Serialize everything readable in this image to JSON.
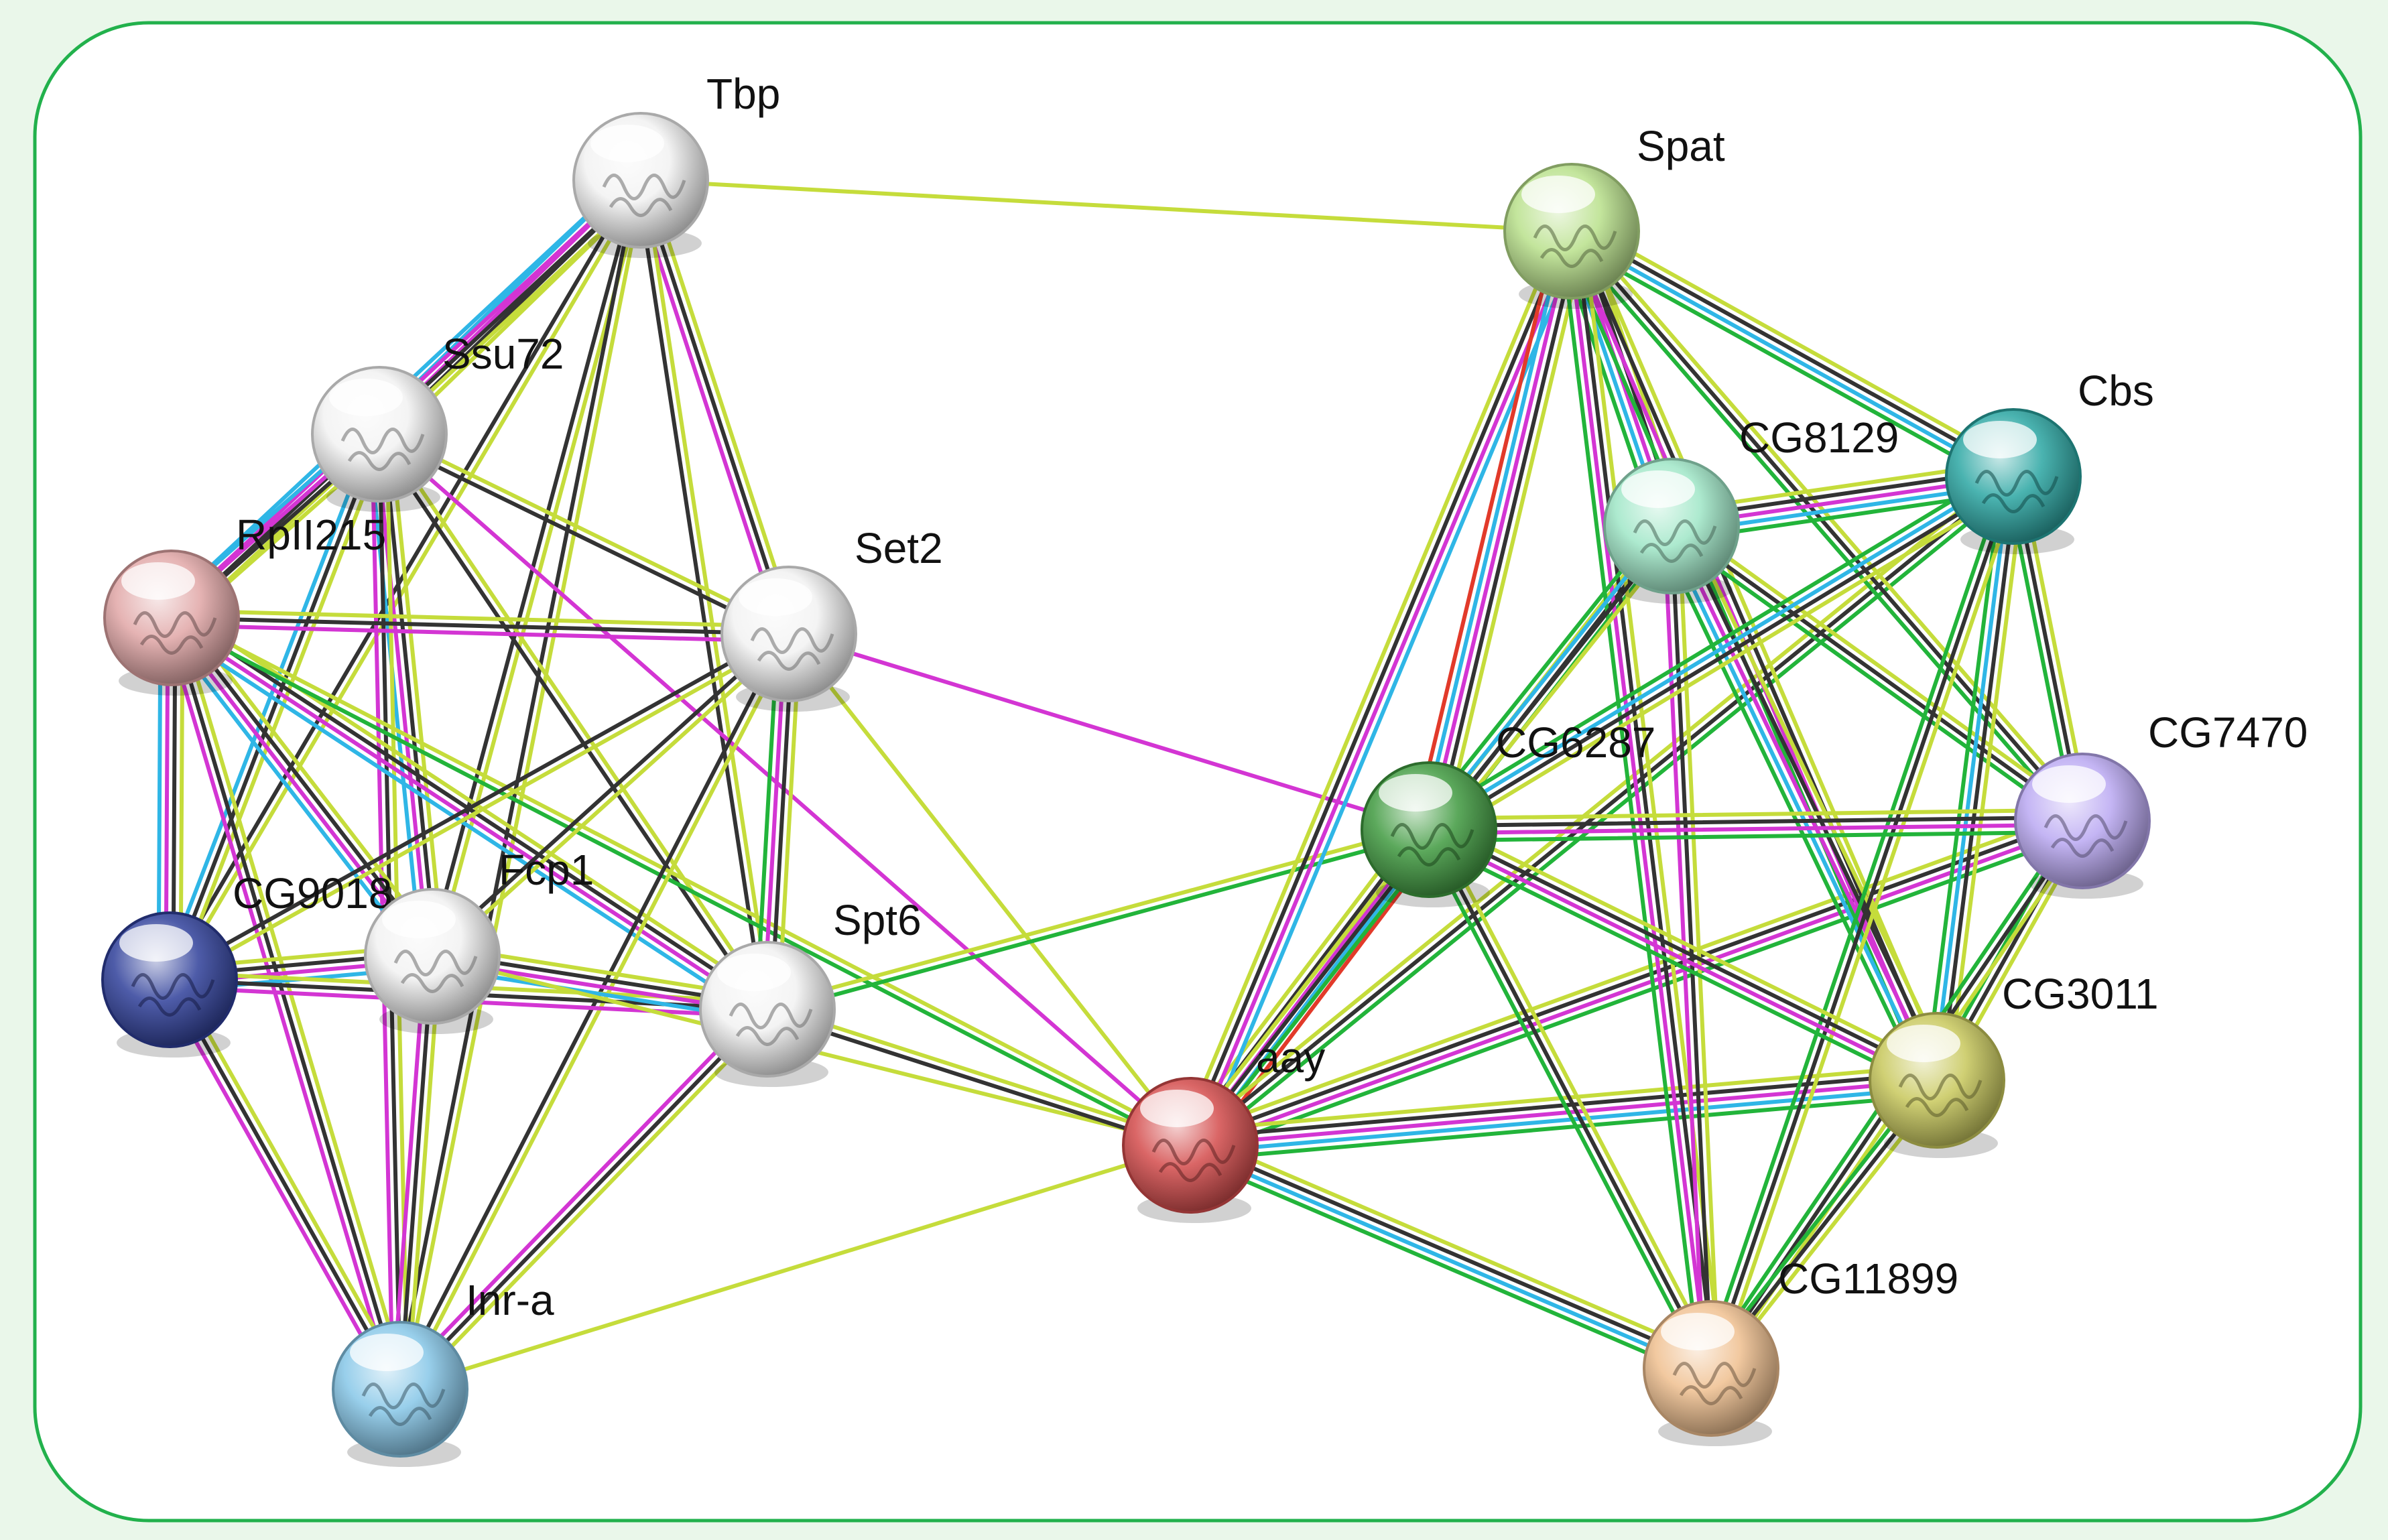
{
  "nodes": [
    {
      "id": "Tbp",
      "label": "Tbp",
      "color": "#f2f2f2"
    },
    {
      "id": "Ssu72",
      "label": "Ssu72",
      "color": "#f2f2f2"
    },
    {
      "id": "RpII215",
      "label": "RpII215",
      "color": "#e0a5a5"
    },
    {
      "id": "Set2",
      "label": "Set2",
      "color": "#f2f2f2"
    },
    {
      "id": "CG9018",
      "label": "CG9018",
      "color": "#2f3f9a"
    },
    {
      "id": "Fcp1",
      "label": "Fcp1",
      "color": "#f2f2f2"
    },
    {
      "id": "Spt6",
      "label": "Spt6",
      "color": "#f2f2f2"
    },
    {
      "id": "Inr-a",
      "label": "Inr-a",
      "color": "#86c6e8"
    },
    {
      "id": "aay",
      "label": "aay",
      "color": "#d44b4b"
    },
    {
      "id": "Spat",
      "label": "Spat",
      "color": "#b8e08a"
    },
    {
      "id": "CG8129",
      "label": "CG8129",
      "color": "#9fe6c7"
    },
    {
      "id": "Cbs",
      "label": "Cbs",
      "color": "#2aa6a2"
    },
    {
      "id": "CG6287",
      "label": "CG6287",
      "color": "#3f9a3f"
    },
    {
      "id": "CG7470",
      "label": "CG7470",
      "color": "#b9a8f2"
    },
    {
      "id": "CG3011",
      "label": "CG3011",
      "color": "#c8c85c"
    },
    {
      "id": "CG11899",
      "label": "CG11899",
      "color": "#f0c08f"
    }
  ],
  "edges": [
    {
      "a": "Tbp",
      "b": "Spat",
      "types": [
        "textmining"
      ]
    },
    {
      "a": "Tbp",
      "b": "Ssu72",
      "types": [
        "textmining",
        "coexpression",
        "experiments",
        "database"
      ]
    },
    {
      "a": "Tbp",
      "b": "RpII215",
      "types": [
        "textmining",
        "coexpression",
        "experiments",
        "database"
      ]
    },
    {
      "a": "Tbp",
      "b": "Set2",
      "types": [
        "textmining",
        "coexpression",
        "experiments"
      ]
    },
    {
      "a": "Tbp",
      "b": "Fcp1",
      "types": [
        "textmining",
        "coexpression"
      ]
    },
    {
      "a": "Tbp",
      "b": "Spt6",
      "types": [
        "textmining",
        "coexpression"
      ]
    },
    {
      "a": "Tbp",
      "b": "CG9018",
      "types": [
        "textmining",
        "coexpression"
      ]
    },
    {
      "a": "Tbp",
      "b": "Inr-a",
      "types": [
        "textmining",
        "coexpression"
      ]
    },
    {
      "a": "Ssu72",
      "b": "RpII215",
      "types": [
        "textmining",
        "coexpression",
        "experiments",
        "database"
      ]
    },
    {
      "a": "Ssu72",
      "b": "Set2",
      "types": [
        "textmining",
        "coexpression"
      ]
    },
    {
      "a": "Ssu72",
      "b": "CG9018",
      "types": [
        "textmining",
        "coexpression",
        "database"
      ]
    },
    {
      "a": "Ssu72",
      "b": "Fcp1",
      "types": [
        "textmining",
        "coexpression",
        "experiments",
        "database"
      ]
    },
    {
      "a": "Ssu72",
      "b": "Spt6",
      "types": [
        "textmining",
        "coexpression"
      ]
    },
    {
      "a": "Ssu72",
      "b": "Inr-a",
      "types": [
        "textmining",
        "coexpression",
        "experiments"
      ]
    },
    {
      "a": "Ssu72",
      "b": "aay",
      "types": [
        "experiments"
      ]
    },
    {
      "a": "RpII215",
      "b": "Set2",
      "types": [
        "textmining",
        "coexpression",
        "experiments"
      ]
    },
    {
      "a": "RpII215",
      "b": "CG9018",
      "types": [
        "textmining",
        "coexpression",
        "experiments",
        "database"
      ]
    },
    {
      "a": "RpII215",
      "b": "Fcp1",
      "types": [
        "textmining",
        "coexpression",
        "experiments",
        "database"
      ]
    },
    {
      "a": "RpII215",
      "b": "Spt6",
      "types": [
        "textmining",
        "coexpression",
        "experiments",
        "database"
      ]
    },
    {
      "a": "RpII215",
      "b": "Inr-a",
      "types": [
        "textmining",
        "coexpression",
        "experiments"
      ]
    },
    {
      "a": "RpII215",
      "b": "aay",
      "types": [
        "textmining",
        "neighborhood"
      ]
    },
    {
      "a": "Set2",
      "b": "CG9018",
      "types": [
        "textmining",
        "coexpression"
      ]
    },
    {
      "a": "Set2",
      "b": "Fcp1",
      "types": [
        "textmining",
        "coexpression"
      ]
    },
    {
      "a": "Set2",
      "b": "Spt6",
      "types": [
        "textmining",
        "coexpression",
        "experiments",
        "neighborhood"
      ]
    },
    {
      "a": "Set2",
      "b": "Inr-a",
      "types": [
        "textmining",
        "coexpression"
      ]
    },
    {
      "a": "Set2",
      "b": "CG6287",
      "types": [
        "experiments"
      ]
    },
    {
      "a": "Set2",
      "b": "aay",
      "types": [
        "textmining"
      ]
    },
    {
      "a": "CG9018",
      "b": "Fcp1",
      "types": [
        "textmining",
        "coexpression",
        "experiments",
        "database"
      ]
    },
    {
      "a": "CG9018",
      "b": "Spt6",
      "types": [
        "textmining",
        "coexpression",
        "experiments"
      ]
    },
    {
      "a": "CG9018",
      "b": "Inr-a",
      "types": [
        "textmining",
        "coexpression",
        "experiments"
      ]
    },
    {
      "a": "Fcp1",
      "b": "Spt6",
      "types": [
        "textmining",
        "coexpression",
        "experiments",
        "database"
      ]
    },
    {
      "a": "Fcp1",
      "b": "Inr-a",
      "types": [
        "textmining",
        "coexpression",
        "experiments"
      ]
    },
    {
      "a": "Fcp1",
      "b": "aay",
      "types": [
        "textmining"
      ]
    },
    {
      "a": "Spt6",
      "b": "Inr-a",
      "types": [
        "textmining",
        "coexpression",
        "experiments"
      ]
    },
    {
      "a": "Spt6",
      "b": "CG6287",
      "types": [
        "textmining",
        "neighborhood"
      ]
    },
    {
      "a": "Spt6",
      "b": "aay",
      "types": [
        "textmining",
        "coexpression"
      ]
    },
    {
      "a": "Inr-a",
      "b": "aay",
      "types": [
        "textmining"
      ]
    },
    {
      "a": "aay",
      "b": "CG6287",
      "types": [
        "textmining",
        "coexpression",
        "experiments",
        "database",
        "fusion"
      ]
    },
    {
      "a": "aay",
      "b": "Spat",
      "types": [
        "textmining",
        "coexpression",
        "experiments",
        "database"
      ]
    },
    {
      "a": "aay",
      "b": "CG8129",
      "types": [
        "textmining",
        "coexpression",
        "neighborhood"
      ]
    },
    {
      "a": "aay",
      "b": "Cbs",
      "types": [
        "textmining",
        "coexpression",
        "neighborhood"
      ]
    },
    {
      "a": "aay",
      "b": "CG7470",
      "types": [
        "textmining",
        "coexpression",
        "experiments",
        "neighborhood"
      ]
    },
    {
      "a": "aay",
      "b": "CG3011",
      "types": [
        "textmining",
        "coexpression",
        "experiments",
        "database",
        "neighborhood"
      ]
    },
    {
      "a": "aay",
      "b": "CG11899",
      "types": [
        "textmining",
        "coexpression",
        "database",
        "neighborhood"
      ]
    },
    {
      "a": "Spat",
      "b": "CG8129",
      "types": [
        "textmining",
        "coexpression",
        "experiments",
        "database",
        "neighborhood"
      ]
    },
    {
      "a": "Spat",
      "b": "Cbs",
      "types": [
        "textmining",
        "coexpression",
        "database",
        "neighborhood"
      ]
    },
    {
      "a": "Spat",
      "b": "CG6287",
      "types": [
        "textmining",
        "coexpression",
        "experiments",
        "database",
        "fusion"
      ]
    },
    {
      "a": "Spat",
      "b": "CG7470",
      "types": [
        "textmining",
        "coexpression",
        "neighborhood"
      ]
    },
    {
      "a": "Spat",
      "b": "CG3011",
      "types": [
        "textmining",
        "coexpression",
        "experiments",
        "neighborhood"
      ]
    },
    {
      "a": "Spat",
      "b": "CG11899",
      "types": [
        "textmining",
        "coexpression",
        "experiments",
        "neighborhood"
      ]
    },
    {
      "a": "CG8129",
      "b": "Cbs",
      "types": [
        "textmining",
        "coexpression",
        "experiments",
        "database",
        "neighborhood"
      ]
    },
    {
      "a": "CG8129",
      "b": "CG6287",
      "types": [
        "textmining",
        "coexpression",
        "database",
        "neighborhood"
      ]
    },
    {
      "a": "CG8129",
      "b": "CG7470",
      "types": [
        "textmining",
        "coexpression",
        "neighborhood"
      ]
    },
    {
      "a": "CG8129",
      "b": "CG3011",
      "types": [
        "textmining",
        "coexpression",
        "experiments",
        "database",
        "neighborhood"
      ]
    },
    {
      "a": "CG8129",
      "b": "CG11899",
      "types": [
        "textmining",
        "coexpression",
        "experiments"
      ]
    },
    {
      "a": "Cbs",
      "b": "CG6287",
      "types": [
        "textmining",
        "coexpression",
        "database",
        "neighborhood"
      ]
    },
    {
      "a": "Cbs",
      "b": "CG7470",
      "types": [
        "textmining",
        "coexpression",
        "neighborhood"
      ]
    },
    {
      "a": "Cbs",
      "b": "CG3011",
      "types": [
        "textmining",
        "coexpression",
        "database",
        "neighborhood"
      ]
    },
    {
      "a": "Cbs",
      "b": "CG11899",
      "types": [
        "textmining",
        "coexpression",
        "neighborhood"
      ]
    },
    {
      "a": "CG6287",
      "b": "CG7470",
      "types": [
        "textmining",
        "coexpression",
        "experiments",
        "neighborhood"
      ]
    },
    {
      "a": "CG6287",
      "b": "CG3011",
      "types": [
        "textmining",
        "coexpression",
        "experiments",
        "neighborhood"
      ]
    },
    {
      "a": "CG6287",
      "b": "CG11899",
      "types": [
        "textmining",
        "coexpression",
        "neighborhood"
      ]
    },
    {
      "a": "CG7470",
      "b": "CG3011",
      "types": [
        "textmining",
        "coexpression",
        "neighborhood"
      ]
    },
    {
      "a": "CG7470",
      "b": "CG11899",
      "types": [
        "textmining",
        "coexpression",
        "neighborhood"
      ]
    },
    {
      "a": "CG3011",
      "b": "CG11899",
      "types": [
        "textmining",
        "coexpression",
        "neighborhood"
      ]
    }
  ],
  "edge_colors": {
    "textmining": "#c5dc3b",
    "coexpression": "#333333",
    "experiments": "#d335d3",
    "database": "#2fb6e6",
    "neighborhood": "#22b43a",
    "fusion": "#e23a2a"
  },
  "frame_color": "#22b14c"
}
